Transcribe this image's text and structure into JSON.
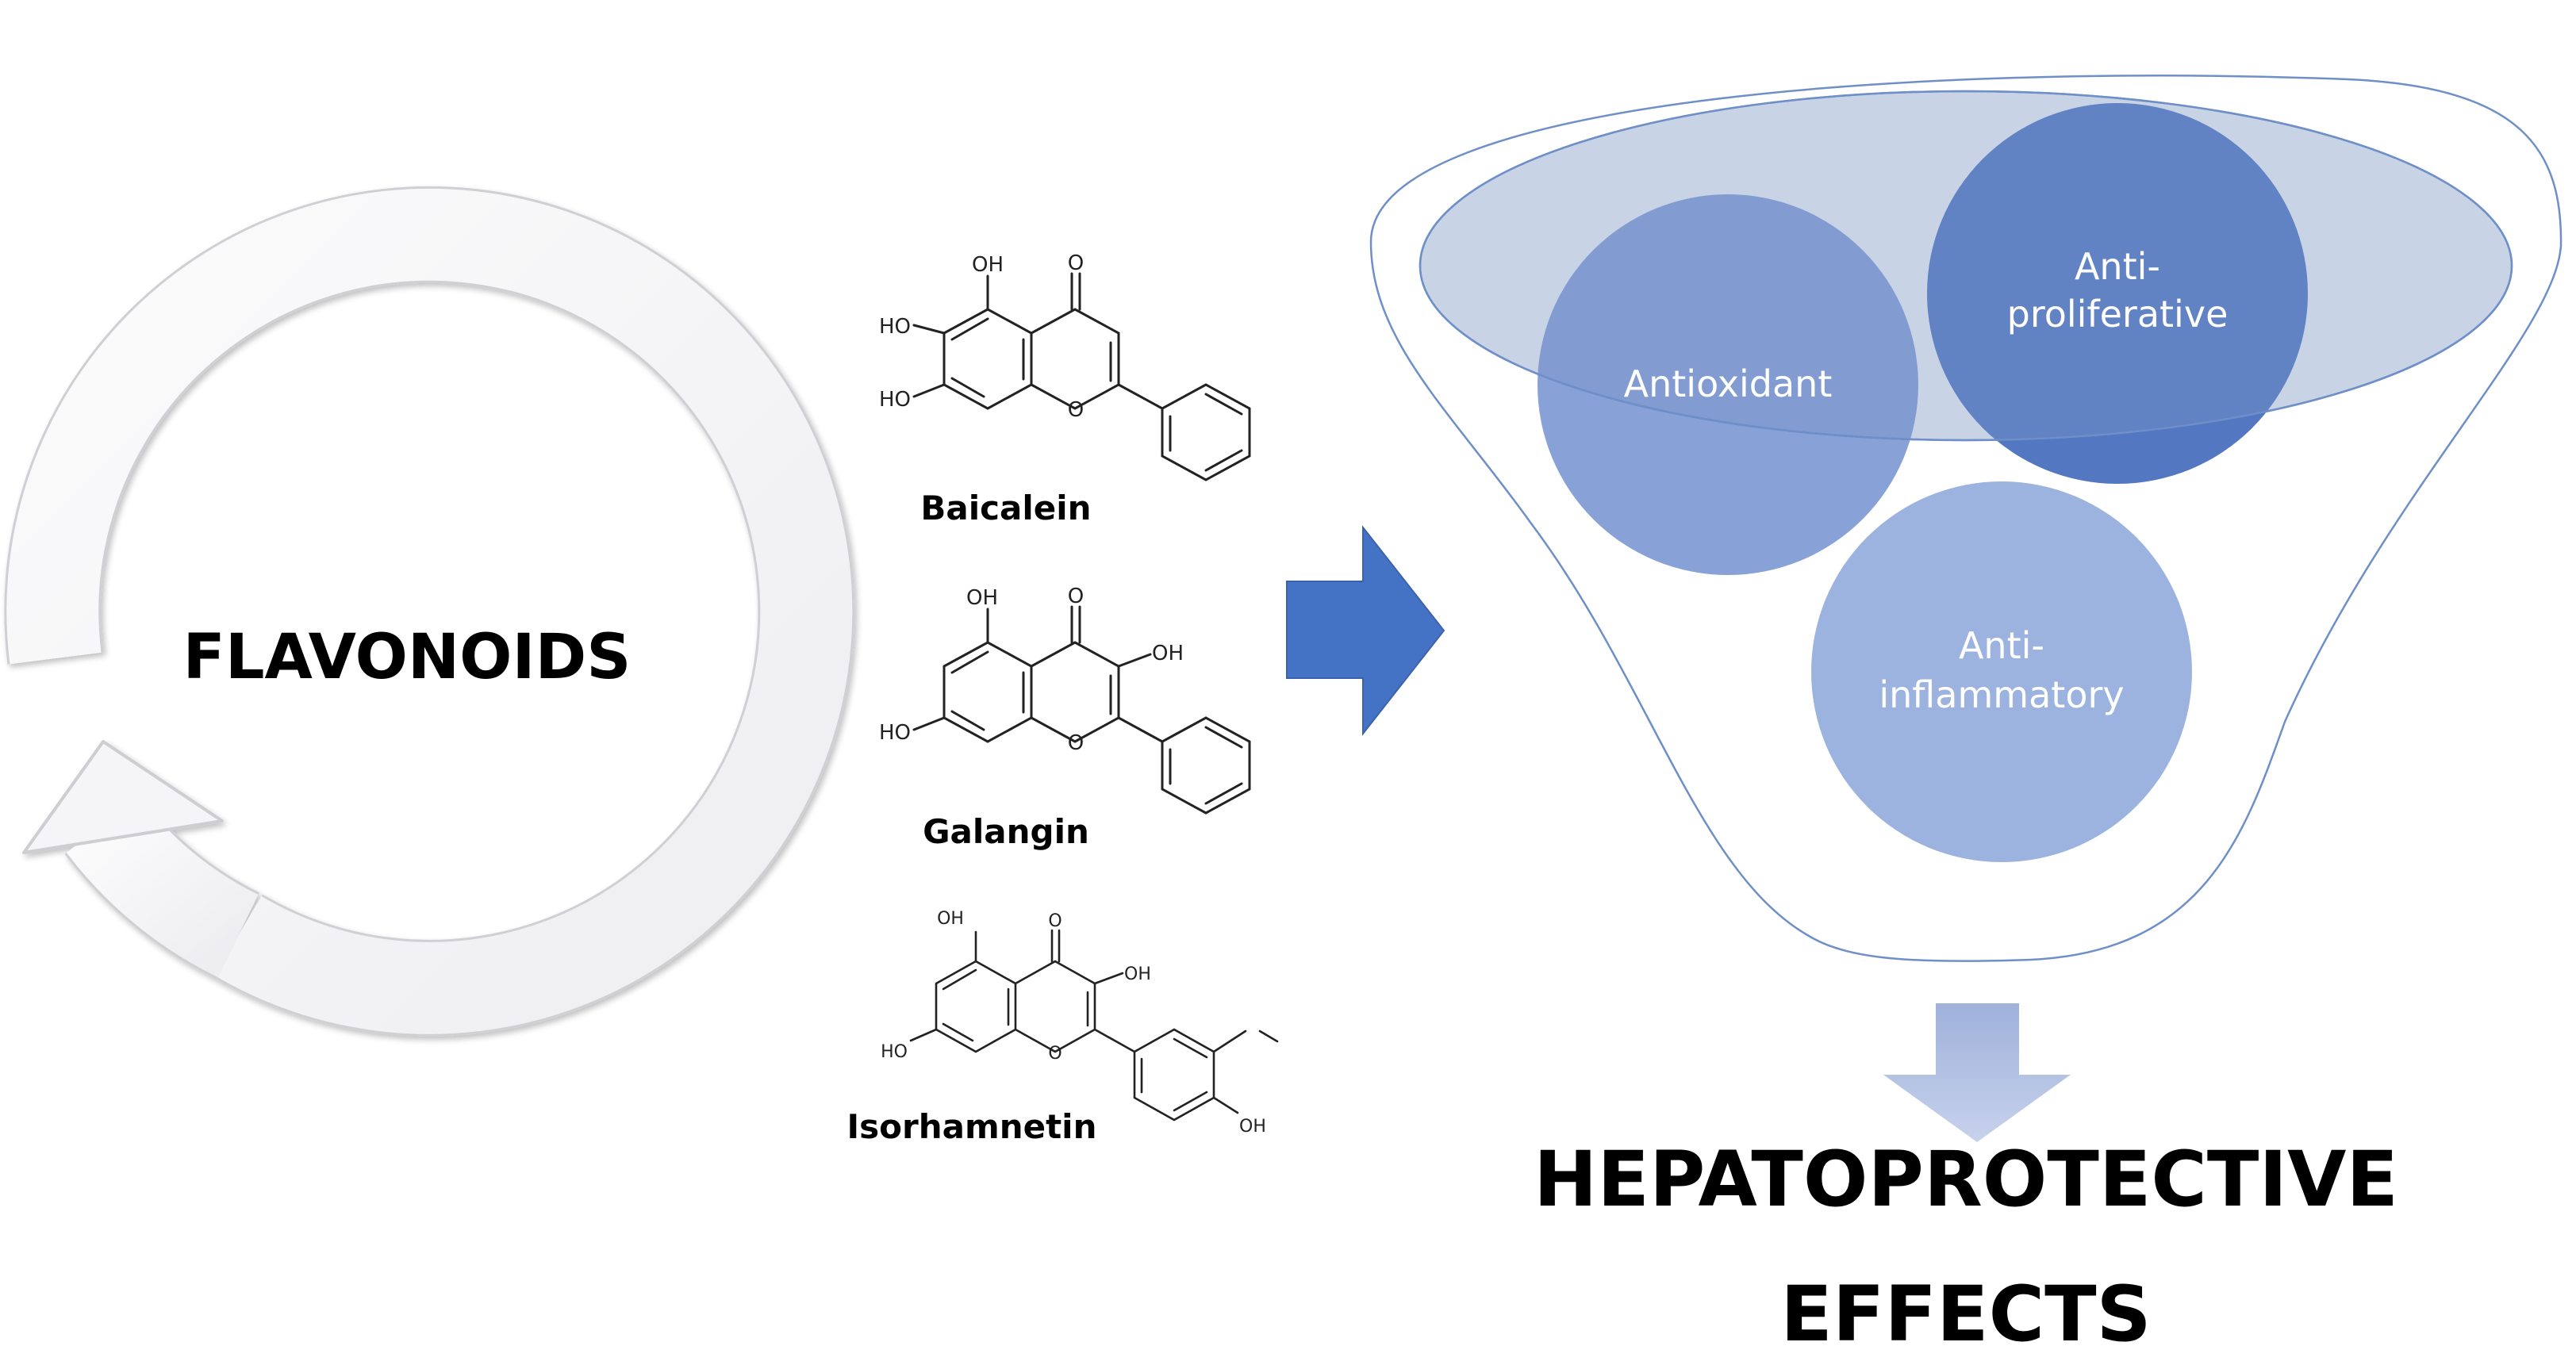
{
  "diagram": {
    "left_label": "FLAVONOIDS",
    "compounds": [
      {
        "name": "Baicalein",
        "substituents": [
          "OH",
          "O",
          "HO",
          "HO",
          "O"
        ]
      },
      {
        "name": "Galangin",
        "substituents": [
          "OH",
          "O",
          "OH",
          "HO",
          "O"
        ]
      },
      {
        "name": "Isorhamnetin",
        "substituents": [
          "OH",
          "O",
          "OH",
          "HO",
          "O",
          "OH"
        ]
      }
    ],
    "effects": [
      {
        "line1": "Antioxidant",
        "line2": ""
      },
      {
        "line1": "Anti-",
        "line2": "proliferative"
      },
      {
        "line1": "Anti-",
        "line2": "inflammatory"
      }
    ],
    "result_line1": "HEPATOPROTECTIVE",
    "result_line2": "EFFECTS",
    "colors": {
      "arrow_blue": "#4472c4",
      "circle_dark": "#3f69be",
      "circle_light": "#8aa6dc",
      "funnel_stroke": "#6f8fc8",
      "funnel_rim_fill": "#c9d3e6",
      "down_arrow": "#a3b4dc",
      "cycle_stroke": "#c8c8cc"
    }
  }
}
